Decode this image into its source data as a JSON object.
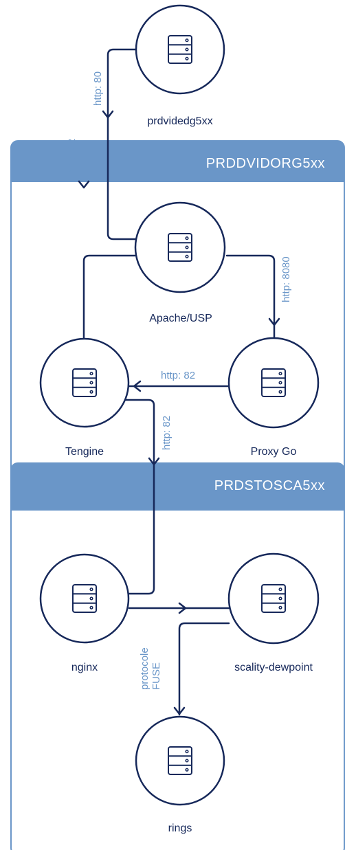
{
  "groups": {
    "top": {
      "title": "PRDDVIDORG5xx"
    },
    "bottom": {
      "title": "PRDSTOSCA5xx"
    }
  },
  "nodes": {
    "prdvidedg": {
      "label": "prdvidedg5xx",
      "icon": "server-icon"
    },
    "apache": {
      "label": "Apache/USP",
      "icon": "server-icon"
    },
    "tengine": {
      "label": "Tengine",
      "icon": "server-icon"
    },
    "proxygo": {
      "label": "Proxy Go",
      "icon": "server-icon"
    },
    "nginx": {
      "label": "nginx",
      "icon": "server-icon"
    },
    "scality": {
      "label": "scality-dewpoint",
      "icon": "server-icon"
    },
    "rings": {
      "label": "rings",
      "icon": "server-icon"
    }
  },
  "edges": {
    "edge_http80": {
      "label": "http: 80"
    },
    "edge_apache_tengine": {
      "label": "http: 82"
    },
    "edge_apache_proxygo": {
      "label": "http: 8080"
    },
    "edge_proxygo_tengine": {
      "label": "http: 82"
    },
    "edge_tengine_nginx": {
      "label": "http: 82"
    },
    "edge_scality_rings": {
      "label_line1": "protocole",
      "label_line2": "FUSE"
    }
  },
  "colors": {
    "navy": "#16285a",
    "accent_blue": "#6a96c8",
    "background": "#ffffff"
  }
}
